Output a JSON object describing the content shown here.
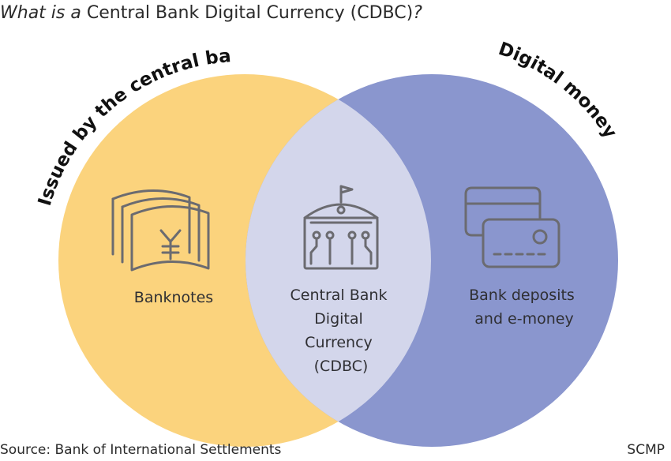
{
  "title": {
    "prefix": "What is a",
    "main": "Central Bank Digital Currency (CDBC)",
    "suffix": "?"
  },
  "circles": {
    "left": {
      "arc_label": "Issued by the central bank",
      "item_label": "Banknotes",
      "icon": "banknotes-icon",
      "color": "#FBD37D"
    },
    "right": {
      "arc_label": "Digital money",
      "item_label_lines": [
        "Bank deposits",
        "and e-money"
      ],
      "icon": "cards-icon",
      "color": "#8A96CE"
    },
    "overlap": {
      "item_label_lines": [
        "Central Bank",
        "Digital",
        "Currency",
        "(CDBC)"
      ],
      "icon": "central-bank-chip-icon",
      "color": "#D3D6EB"
    }
  },
  "footer": {
    "source": "Source: Bank of International Settlements",
    "brand": "SCMP"
  }
}
